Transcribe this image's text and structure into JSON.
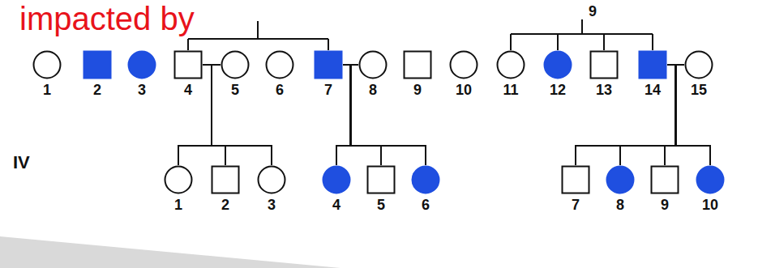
{
  "diagram": {
    "nodes": [
      {
        "text": [
          "1"
        ]
      },
      {
        "text": [
          "2"
        ]
      },
      {
        "text": [
          "3"
        ]
      },
      {
        "text": [
          "4"
        ]
      },
      {
        "text": [
          "5"
        ]
      },
      {
        "text": [
          "6"
        ]
      },
      {
        "text": [
          "7"
        ]
      },
      {
        "text": [
          "8"
        ]
      },
      {
        "text": [
          "9"
        ]
      },
      {
        "text": [
          "10"
        ]
      },
      {
        "text": [
          "11"
        ]
      },
      {
        "text": [
          "12"
        ]
      },
      {
        "text": [
          "13"
        ]
      },
      {
        "text": [
          "14"
        ]
      },
      {
        "text": [
          "15"
        ]
      },
      {
        "text": [
          "1"
        ]
      },
      {
        "text": [
          "2"
        ]
      },
      {
        "text": [
          "3"
        ]
      },
      {
        "text": [
          "4"
        ]
      },
      {
        "text": [
          "5"
        ]
      },
      {
        "text": [
          "6"
        ]
      },
      {
        "text": [
          "7"
        ]
      },
      {
        "text": [
          "8"
        ]
      },
      {
        "text": [
          "9"
        ]
      },
      {
        "text": [
          "10"
        ]
      }
    ],
    "edges": [
      {
        "from": 3,
        "to": 4,
        "arrow": "none"
      },
      {
        "from": 6,
        "to": 7,
        "arrow": "none"
      },
      {
        "from": 13,
        "to": 14,
        "arrow": "none"
      },
      {
        "from": 3,
        "to": 15,
        "arrow": "none"
      },
      {
        "from": 3,
        "to": 16,
        "arrow": "none"
      },
      {
        "from": 3,
        "to": 17,
        "arrow": "none"
      },
      {
        "from": 4,
        "to": 15,
        "arrow": "none"
      },
      {
        "from": 4,
        "to": 16,
        "arrow": "none"
      },
      {
        "from": 4,
        "to": 17,
        "arrow": "none"
      },
      {
        "from": 6,
        "to": 18,
        "arrow": "none"
      },
      {
        "from": 6,
        "to": 19,
        "arrow": "none"
      },
      {
        "from": 6,
        "to": 20,
        "arrow": "none"
      },
      {
        "from": 7,
        "to": 18,
        "arrow": "none"
      },
      {
        "from": 7,
        "to": 19,
        "arrow": "none"
      },
      {
        "from": 7,
        "to": 20,
        "arrow": "none"
      },
      {
        "from": 13,
        "to": 21,
        "arrow": "none"
      },
      {
        "from": 13,
        "to": 22,
        "arrow": "none"
      },
      {
        "from": 13,
        "to": 23,
        "arrow": "none"
      },
      {
        "from": 13,
        "to": 24,
        "arrow": "none"
      },
      {
        "from": 14,
        "to": 21,
        "arrow": "none"
      },
      {
        "from": 14,
        "to": 22,
        "arrow": "none"
      },
      {
        "from": 14,
        "to": 23,
        "arrow": "none"
      },
      {
        "from": 14,
        "to": 24,
        "arrow": "none"
      }
    ],
    "labels": [
      "impacted by",
      "IV",
      "9"
    ]
  }
}
